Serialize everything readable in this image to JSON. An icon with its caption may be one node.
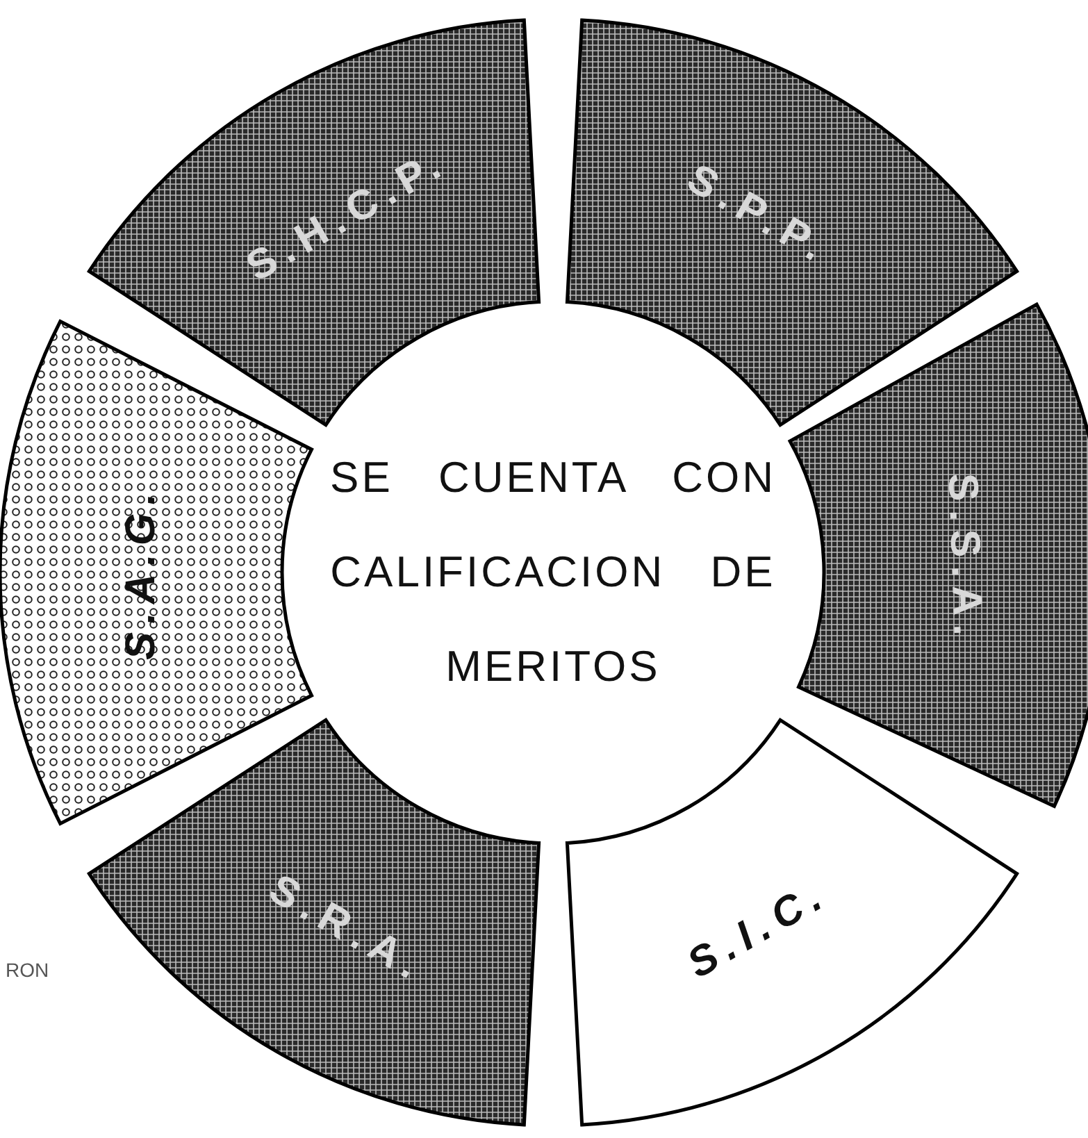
{
  "diagram": {
    "nodes": [
      {
        "text": [
          "SE CUENTA CON CALIFICACION DE MERITOS"
        ]
      },
      {
        "text": [
          "S.H.C.P."
        ]
      },
      {
        "text": [
          "S.P.P."
        ]
      },
      {
        "text": [
          "S.S.A."
        ]
      },
      {
        "text": [
          "S.I.C."
        ]
      },
      {
        "text": [
          "S.R.A."
        ]
      },
      {
        "text": [
          "S.A.G."
        ]
      }
    ],
    "edges": [],
    "labels": [
      "RON"
    ]
  }
}
